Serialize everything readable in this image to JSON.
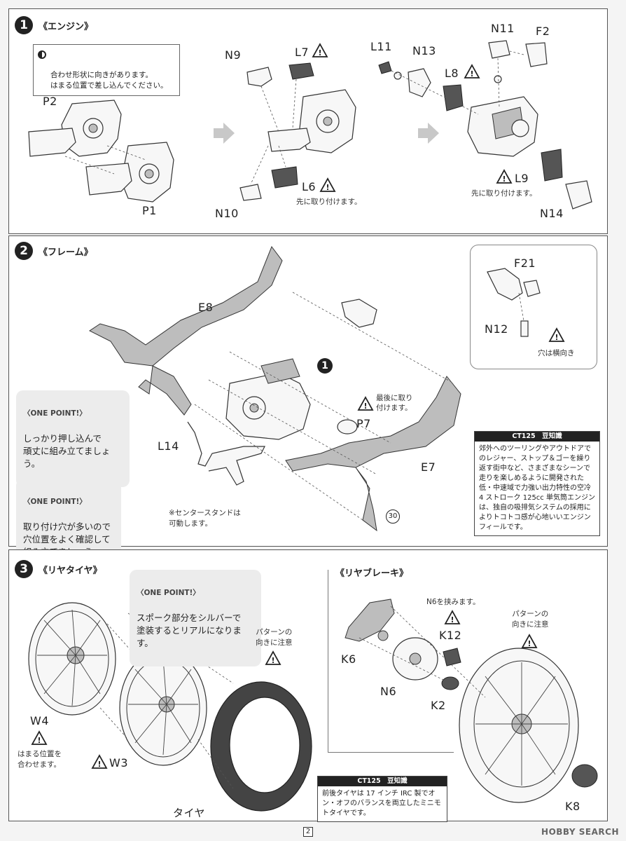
{
  "steps": [
    {
      "number": "1",
      "title": "《エンジン》",
      "note": "合わせ形状に向きがあります。\nはまる位置で差し込んでください。",
      "labels": {
        "p2": "P2",
        "p1": "P1",
        "n9": "N9",
        "l7": "L7",
        "n10": "N10",
        "l6": "L6",
        "l11": "L11",
        "n13": "N13",
        "n11": "N11",
        "f2": "F2",
        "l8": "L8",
        "l9": "L9",
        "n14": "N14"
      },
      "l6_note": "先に取り付けます。",
      "l9_note": "先に取り付けます。"
    },
    {
      "number": "2",
      "title": "《フレーム》",
      "labels": {
        "e8": "E8",
        "e7": "E7",
        "f21": "F21",
        "n12": "N12",
        "p7": "P7",
        "l14": "L14",
        "ref1": "1",
        "ref30": "30"
      },
      "n12_note": "穴は横向き",
      "p7_note": "最後に取り\n付けます。",
      "stand_note": "※センタースタンドは\n可動します。",
      "onepoint_1": {
        "title": "〈ONE POINT!〉",
        "text": "しっかり押し込んで\n頑丈に組み立てましょう。"
      },
      "onepoint_2": {
        "title": "〈ONE POINT!〉",
        "text": "取り付け穴が多いので\n穴位置をよく確認して\n組み立てましょう。"
      },
      "trivia": {
        "title": "CT125　豆知識",
        "text": "郊外へのツーリングやアウトドアでのレジャー、ストップ＆ゴーを繰り返す街中など、さまざまなシーンで走りを楽しめるように開発された低・中速域で力強い出力特性の空冷 4 ストローク 125cc 単気筒エンジンは、独自の吸排気システムの採用によりトコトコ感が心地いいエンジンフィールです。"
      }
    },
    {
      "number": "3",
      "title": "《リヤタイヤ》",
      "labels": {
        "w4": "W4",
        "w3": "W3",
        "tire": "タイヤ"
      },
      "w4_note": "はまる位置を\n合わせます。",
      "pattern_note": "パターンの\n向きに注意",
      "onepoint": {
        "title": "〈ONE POINT!〉",
        "text": "スポーク部分をシルバーで\n塗装するとリアルになります。"
      }
    }
  ],
  "brake": {
    "title": "《リヤブレーキ》",
    "labels": {
      "k6": "K6",
      "n6": "N6",
      "k12": "K12",
      "k2": "K2",
      "k8": "K8"
    },
    "k12_note": "N6を挟みます。",
    "pattern_note": "パターンの\n向きに注意",
    "trivia": {
      "title": "CT125　豆知識",
      "text": "前後タイヤは 17 インチ IRC 製でオン・オフのバランスを両立したミニモトタイヤです。"
    }
  },
  "footer": {
    "page_number": "2",
    "watermark": "HOBBY SEARCH"
  }
}
